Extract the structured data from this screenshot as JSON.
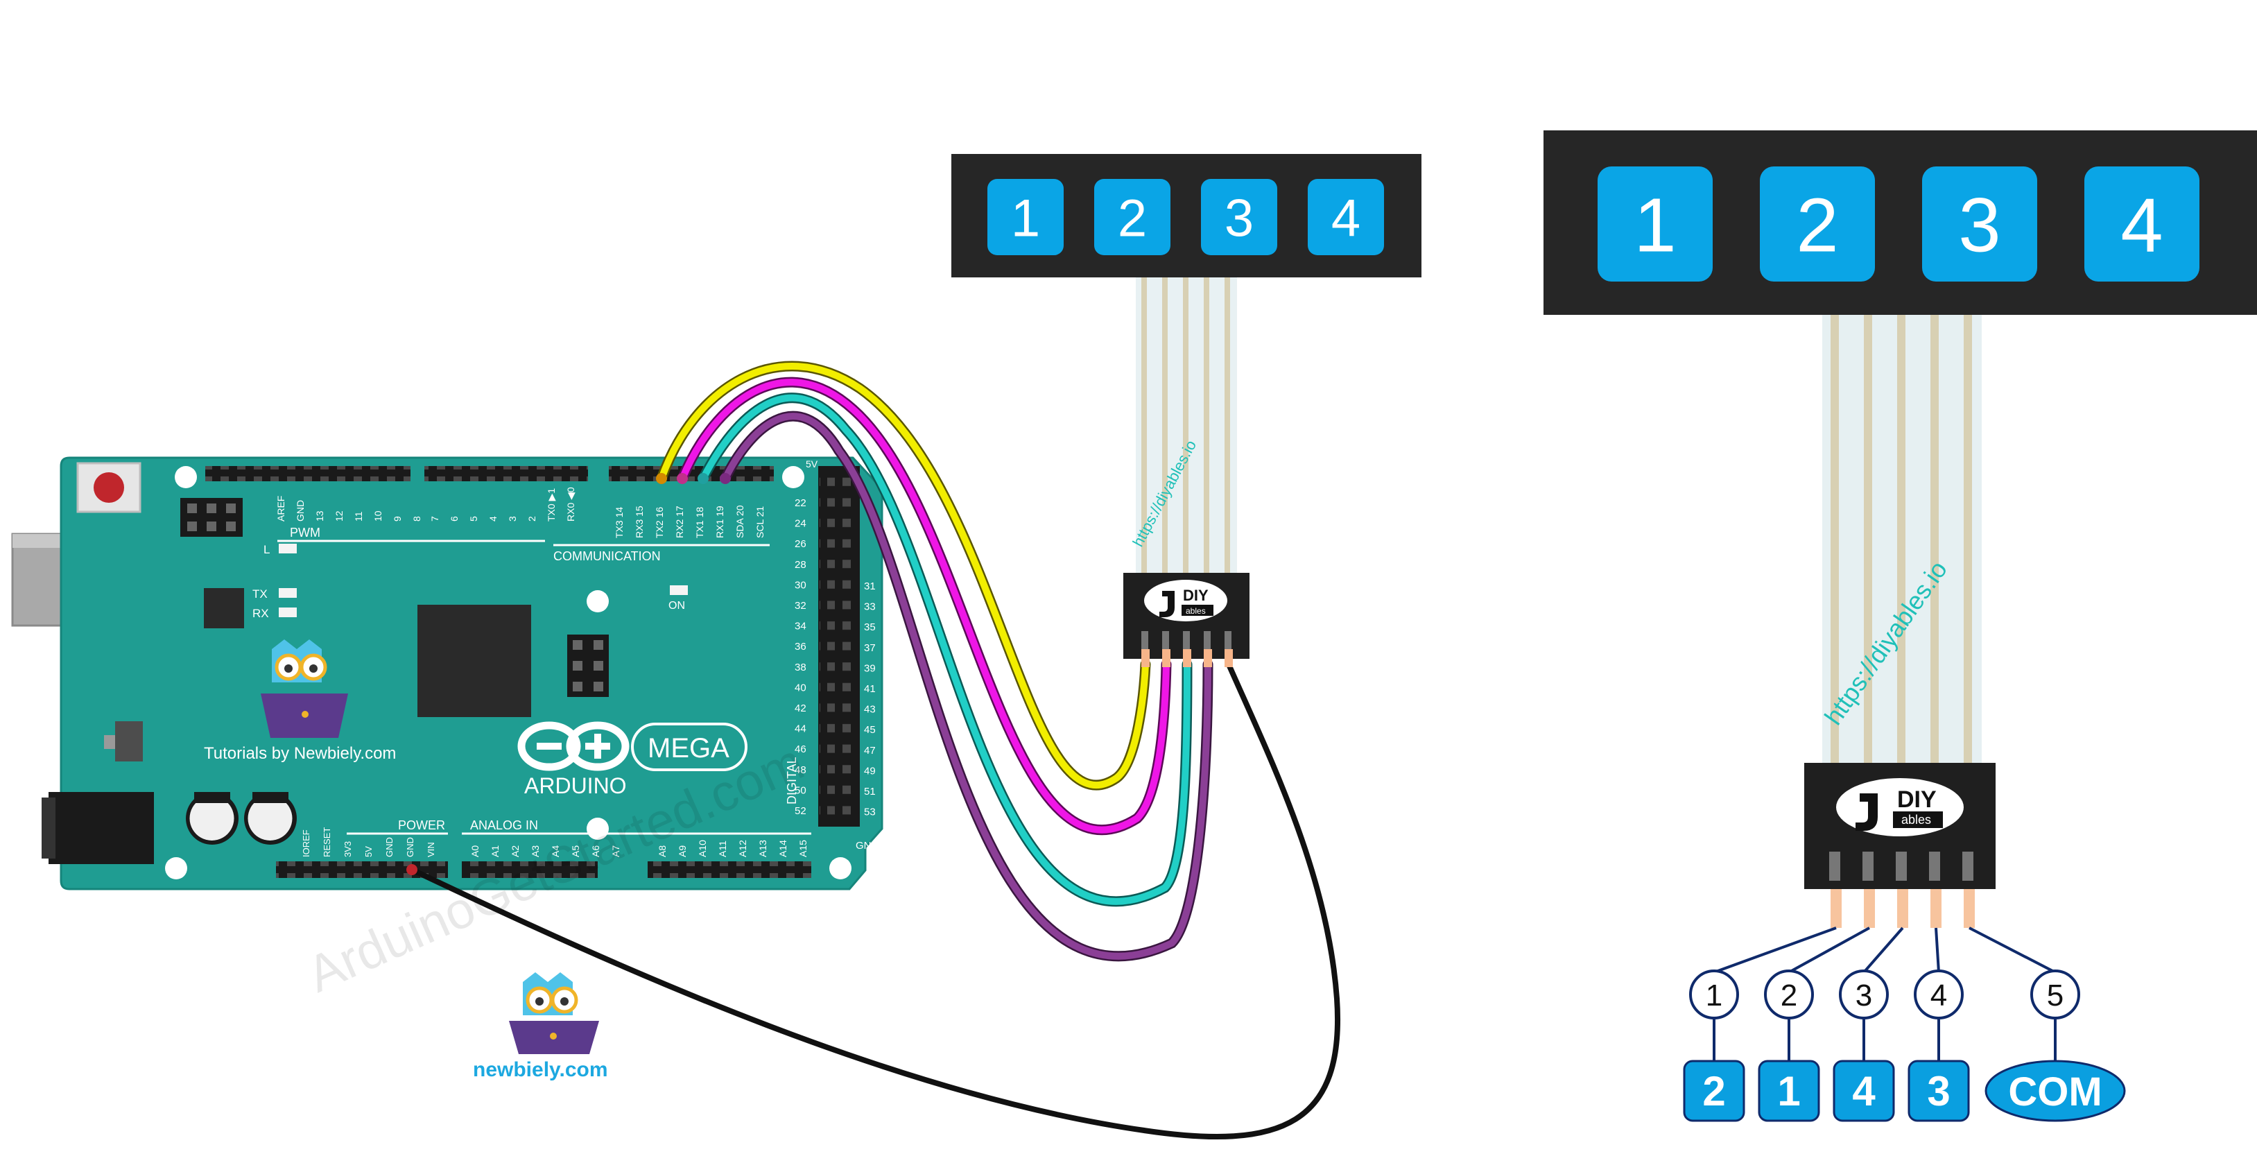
{
  "board": {
    "brand": "ARDUINO",
    "model": "MEGA",
    "tutorial_text": "Tutorials by Newbiely.com",
    "section_pwm": "PWM",
    "section_communication": "COMMUNICATION",
    "section_power": "POWER",
    "section_analog": "ANALOG IN",
    "section_digital": "DIGITAL",
    "led_l": "L",
    "led_tx": "TX",
    "led_rx": "RX",
    "led_on": "ON",
    "label_5v": "5V",
    "label_gnd": "GND",
    "top_pins_a": [
      "AREF",
      "GND",
      "13",
      "12",
      "11",
      "10",
      "9",
      "8"
    ],
    "top_pins_b": [
      "7",
      "6",
      "5",
      "4",
      "3",
      "2",
      "TX0 ▶1",
      "RX0 ◀0"
    ],
    "top_pins_c": [
      "TX3 14",
      "RX3 15",
      "TX2 16",
      "RX2 17",
      "TX1 18",
      "RX1 19",
      "SDA 20",
      "SCL 21"
    ],
    "digital_left": [
      "22",
      "24",
      "26",
      "28",
      "30",
      "32",
      "34",
      "36",
      "38",
      "40",
      "42",
      "44",
      "46",
      "48",
      "50",
      "52"
    ],
    "digital_right": [
      "31",
      "33",
      "35",
      "37",
      "39",
      "41",
      "43",
      "45",
      "47",
      "49",
      "51",
      "53"
    ],
    "power_pins": [
      "IOREF",
      "RESET",
      "3V3",
      "5V",
      "GND",
      "GND",
      "VIN"
    ],
    "analog_pins_a": [
      "A0",
      "A1",
      "A2",
      "A3",
      "A4",
      "A5",
      "A6",
      "A7"
    ],
    "analog_pins_b": [
      "A8",
      "A9",
      "A10",
      "A11",
      "A12",
      "A13",
      "A14",
      "A15"
    ]
  },
  "keypad_small": {
    "keys": [
      "1",
      "2",
      "3",
      "4"
    ],
    "url": "https://diyables.io",
    "logo_diy": "DIY",
    "logo_ables": "ables"
  },
  "keypad_large": {
    "keys": [
      "1",
      "2",
      "3",
      "4"
    ],
    "url": "https://diyables.io",
    "logo_diy": "DIY",
    "logo_ables": "ables",
    "pin_numbers": [
      "1",
      "2",
      "3",
      "4",
      "5"
    ],
    "pin_functions": [
      "2",
      "1",
      "4",
      "3",
      "COM"
    ]
  },
  "watermark": "ArduinoGetStarted.com",
  "newbiely_site": "newbiely.com",
  "colors": {
    "board": "#1f9d92",
    "keypad_body": "#262626",
    "key": "#0aa5e6",
    "wire_yellow": "#f2ee00",
    "wire_magenta": "#ef16e6",
    "wire_cyan": "#21cfc6",
    "wire_purple": "#8b3f96",
    "wire_black": "#111111",
    "label_blue": "#0a9fe0",
    "ribbon": "#dbe8ec"
  }
}
